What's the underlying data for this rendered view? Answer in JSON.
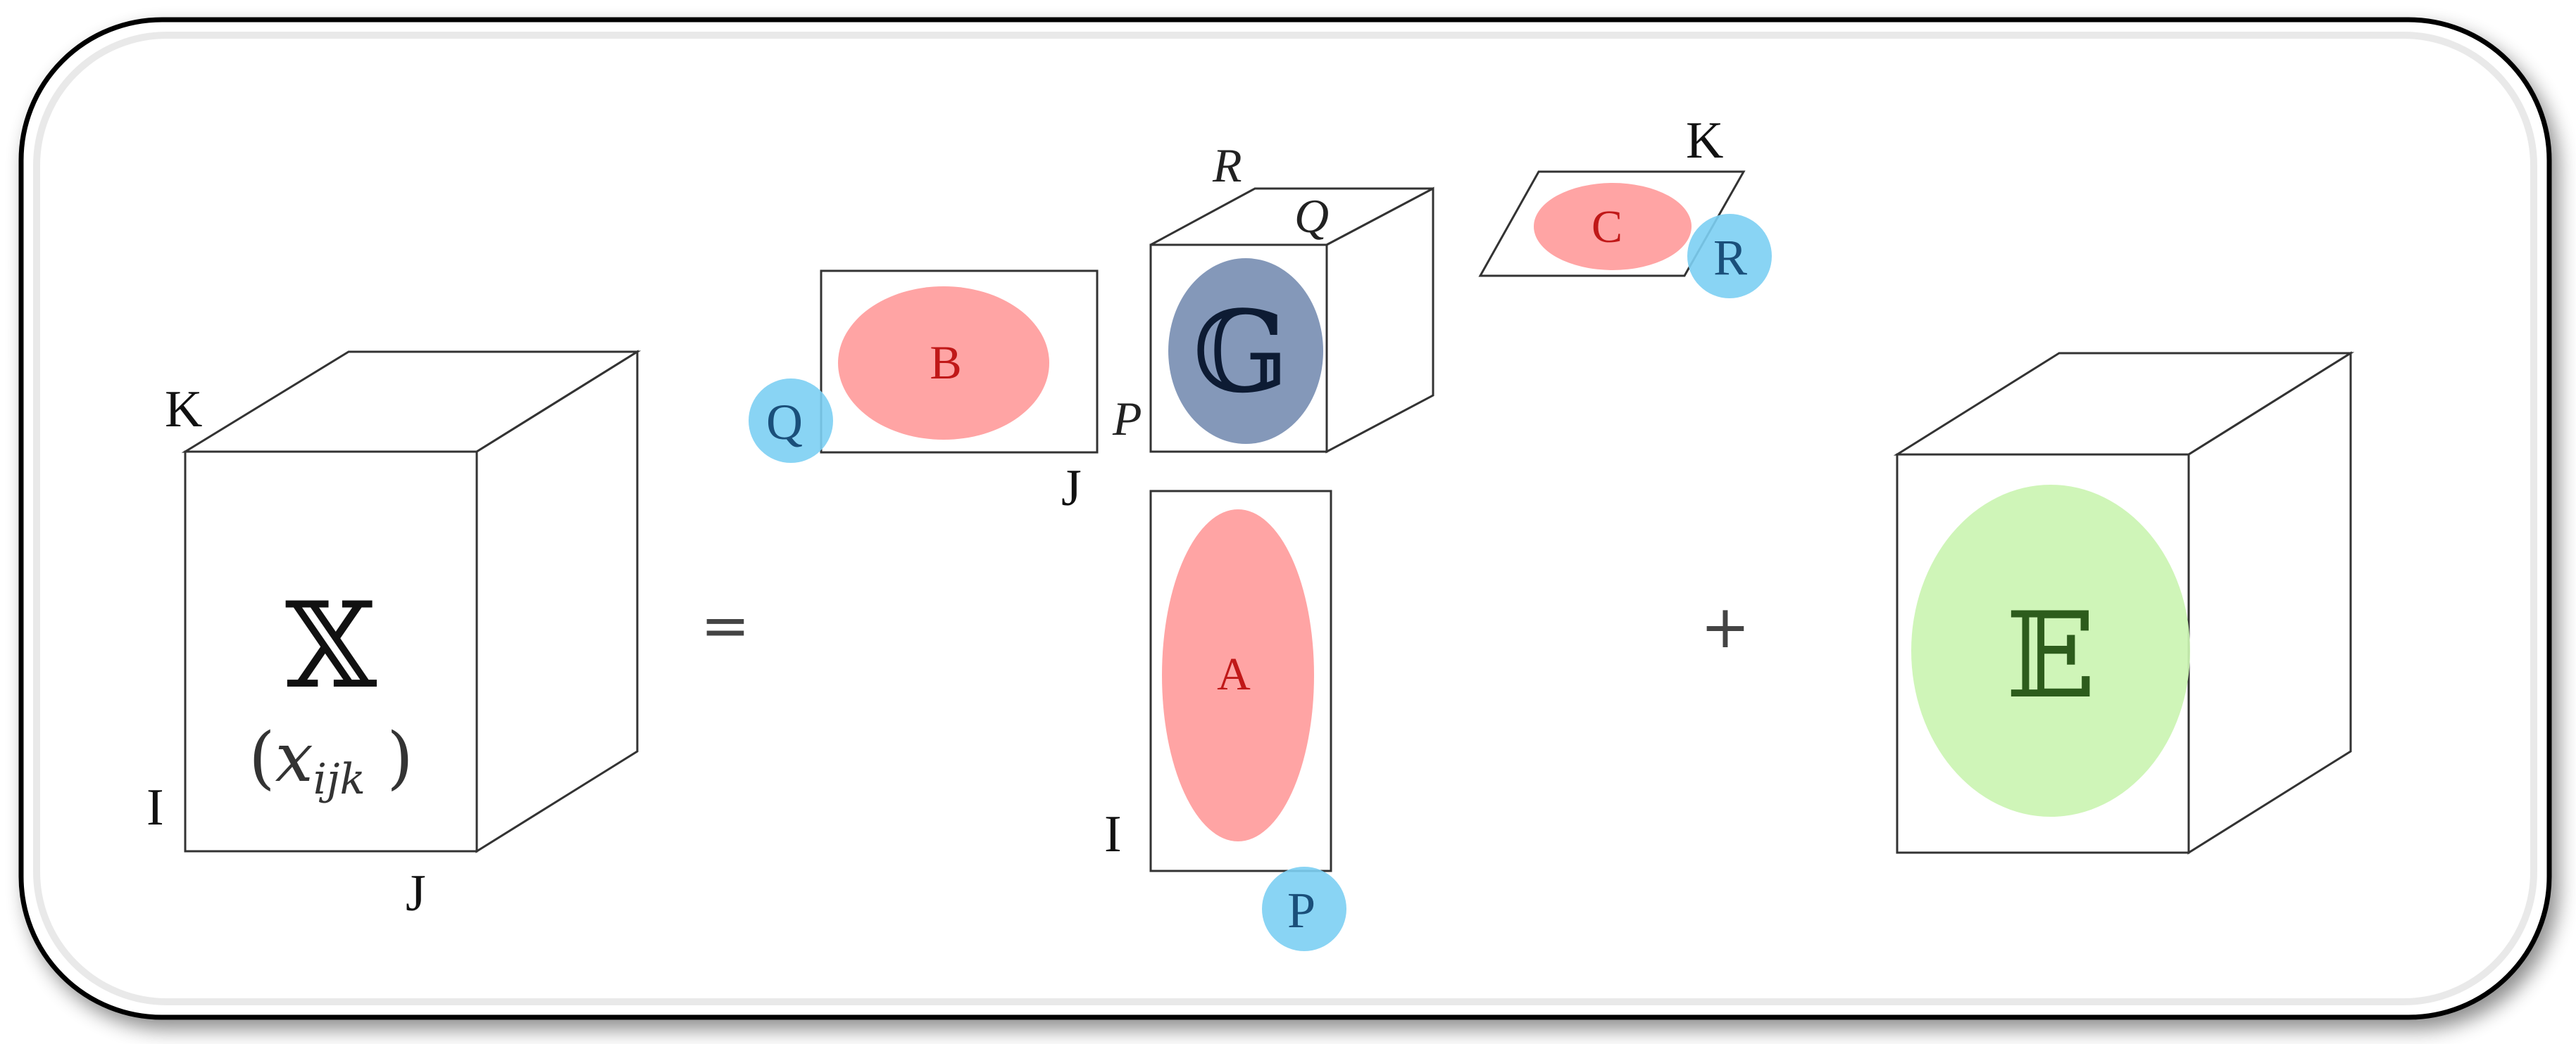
{
  "tensor_x": {
    "symbol": "𝕏",
    "element": "x",
    "subscript": "ijk",
    "dim_k": "K",
    "dim_i": "I",
    "dim_j": "J"
  },
  "equals": "=",
  "matrix_b": {
    "label": "B",
    "dim_q": "Q",
    "dim_j": "J"
  },
  "core_g": {
    "symbol": "𝔾",
    "dim_r": "R",
    "dim_q": "Q",
    "dim_p": "P"
  },
  "matrix_c": {
    "label": "C",
    "dim_k": "K",
    "dim_r": "R"
  },
  "matrix_a": {
    "label": "A",
    "dim_i": "I",
    "dim_p": "P"
  },
  "plus": "+",
  "error_e": {
    "symbol": "𝔼"
  },
  "colors": {
    "factor_fill": "#ff9494",
    "factor_text": "#c01818",
    "rank_circle": "#7ccff3",
    "rank_text": "#1a4f7a",
    "core_fill": "#6f86ad",
    "error_fill": "#cbf4b2",
    "frame_border": "#000000"
  }
}
